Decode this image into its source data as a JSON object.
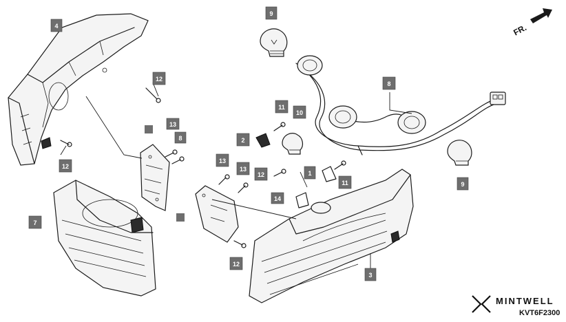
{
  "direction_label": "FR.",
  "diagram_code": "KVT6F2300",
  "brand": "MINTWELL",
  "callouts": [
    {
      "id": "c4",
      "label": "4"
    },
    {
      "id": "c12a",
      "label": "12"
    },
    {
      "id": "c12b",
      "label": "12"
    },
    {
      "id": "c13a",
      "label": "13"
    },
    {
      "id": "c8",
      "label": "8"
    },
    {
      "id": "c7",
      "label": "7"
    },
    {
      "id": "c9a",
      "label": "9"
    },
    {
      "id": "c8b",
      "label": "8"
    },
    {
      "id": "c11a",
      "label": "11"
    },
    {
      "id": "c10",
      "label": "10"
    },
    {
      "id": "c2",
      "label": "2"
    },
    {
      "id": "c13b",
      "label": "13"
    },
    {
      "id": "c13c",
      "label": "13"
    },
    {
      "id": "c12c",
      "label": "12"
    },
    {
      "id": "c1",
      "label": "1"
    },
    {
      "id": "c11b",
      "label": "11"
    },
    {
      "id": "c14",
      "label": "14"
    },
    {
      "id": "c12d",
      "label": "12"
    },
    {
      "id": "c3",
      "label": "3"
    },
    {
      "id": "c9b",
      "label": "9"
    }
  ],
  "colors": {
    "callout_fill": "#6e6e6e",
    "line": "#1a1a1a",
    "background": "#ffffff"
  }
}
